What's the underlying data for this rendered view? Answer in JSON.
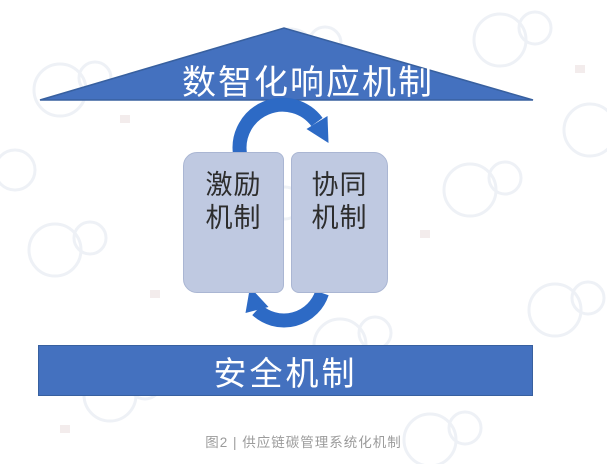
{
  "figure": {
    "roof": {
      "label": "数智化响应机制"
    },
    "left_box": {
      "label": "激励机制",
      "lines": [
        "激励",
        "机制"
      ]
    },
    "right_box": {
      "label": "协同机制",
      "lines": [
        "协同",
        "机制"
      ]
    },
    "base_bar": {
      "label": "安全机制"
    },
    "caption": "图2 | 供应链碳管理系统化机制"
  },
  "icons": {
    "top_arrow": "clockwise-cycle-arrow",
    "bottom_arrow": "clockwise-cycle-arrow",
    "watermark": "faint-overlapping-circles-pattern"
  },
  "colors": {
    "blue": "#4471bf",
    "blue_edge": "#38609f",
    "arrow_blue": "#2d6ac5",
    "box_fill": "#bfc9e1",
    "box_edge": "#aab6d3",
    "text_dark": "#2d2d2d",
    "caption_gray": "#9b9b9b",
    "bg": "#ffffff",
    "watermark": "#eef1f6"
  }
}
